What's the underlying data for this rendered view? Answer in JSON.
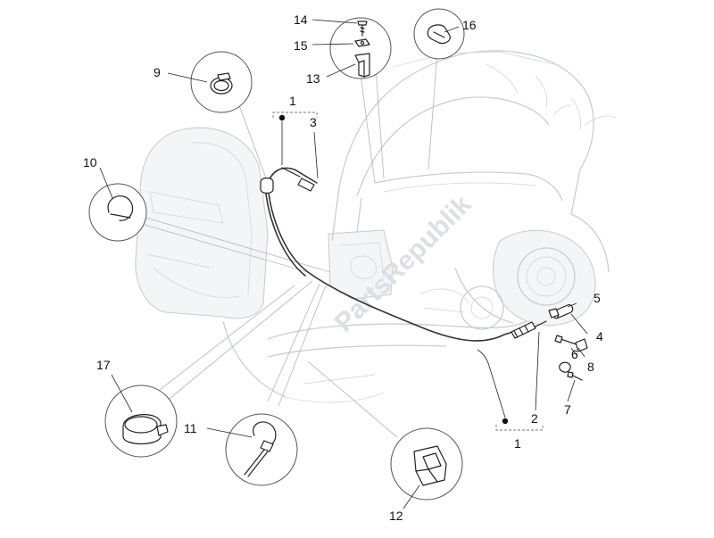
{
  "diagram": {
    "callouts": [
      {
        "id": "p1a",
        "label": "1"
      },
      {
        "id": "p1b",
        "label": "1"
      },
      {
        "id": "p2",
        "label": "2"
      },
      {
        "id": "p3",
        "label": "3"
      },
      {
        "id": "p4",
        "label": "4"
      },
      {
        "id": "p5",
        "label": "5"
      },
      {
        "id": "p6",
        "label": "6"
      },
      {
        "id": "p7",
        "label": "7"
      },
      {
        "id": "p8",
        "label": "8"
      },
      {
        "id": "p9",
        "label": "9"
      },
      {
        "id": "p10",
        "label": "10"
      },
      {
        "id": "p11",
        "label": "11"
      },
      {
        "id": "p12",
        "label": "12"
      },
      {
        "id": "p13",
        "label": "13"
      },
      {
        "id": "p14",
        "label": "14"
      },
      {
        "id": "p15",
        "label": "15"
      },
      {
        "id": "p16",
        "label": "16"
      },
      {
        "id": "p17",
        "label": "17"
      }
    ],
    "watermark": "PartsRepublik"
  }
}
